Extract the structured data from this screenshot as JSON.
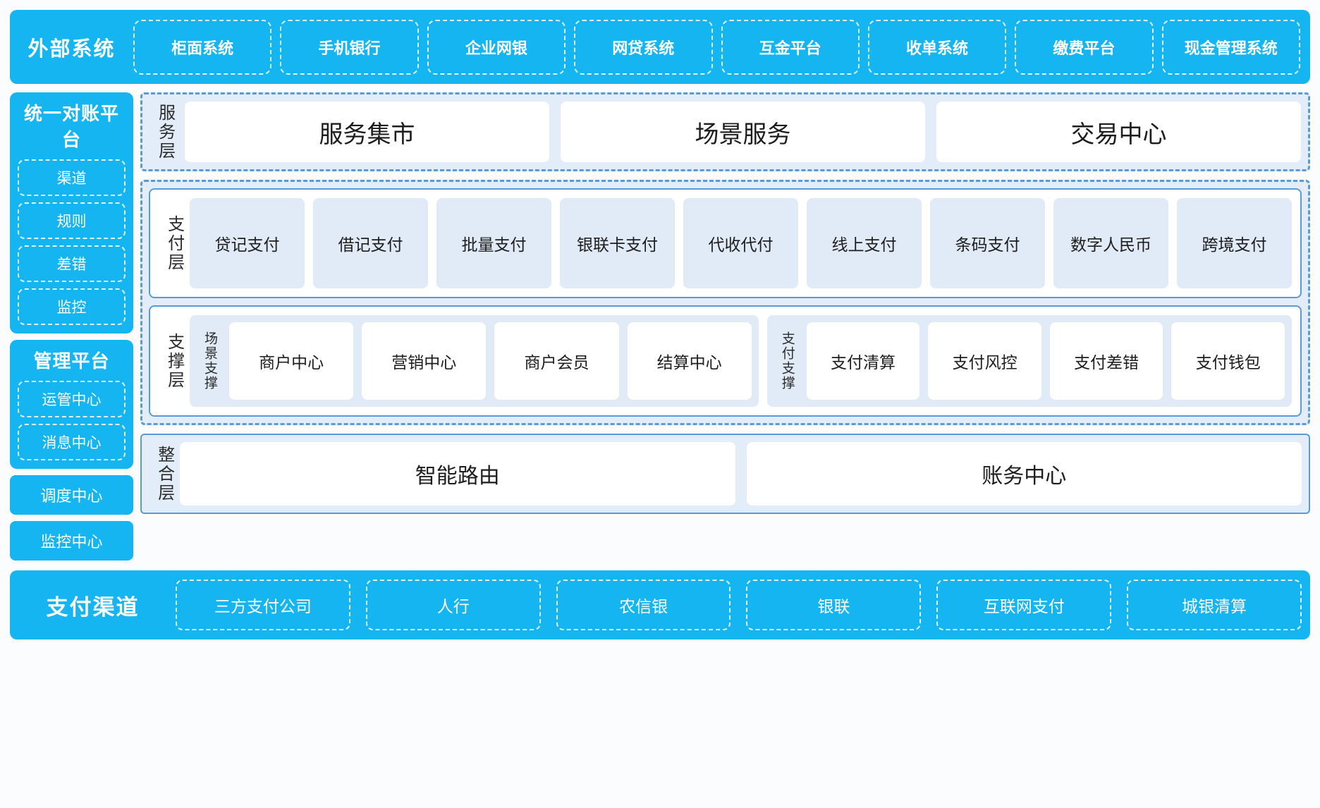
{
  "external": {
    "title": "外部系统",
    "items": [
      "柜面系统",
      "手机银行",
      "企业网银",
      "网贷系统",
      "互金平台",
      "收单系统",
      "缴费平台",
      "现金管理系统"
    ]
  },
  "left": {
    "reconciliation": {
      "title": "统一对账平台",
      "items": [
        "渠道",
        "规则",
        "差错",
        "监控"
      ]
    },
    "management": {
      "title": "管理平台",
      "items": [
        "运管中心",
        "消息中心"
      ]
    },
    "standalone": [
      "调度中心",
      "监控中心"
    ]
  },
  "service_layer": {
    "label": "服务层",
    "items": [
      "服务集市",
      "场景服务",
      "交易中心"
    ]
  },
  "payment_layer": {
    "label": "支付层",
    "items": [
      "贷记支付",
      "借记支付",
      "批量支付",
      "银联卡支付",
      "代收代付",
      "线上支付",
      "条码支付",
      "数字人民币",
      "跨境支付"
    ]
  },
  "support_layer": {
    "label": "支撑层",
    "groups": [
      {
        "label": "场景支撑",
        "items": [
          "商户中心",
          "营销中心",
          "商户会员",
          "结算中心"
        ]
      },
      {
        "label": "支付支撑",
        "items": [
          "支付清算",
          "支付风控",
          "支付差错",
          "支付钱包"
        ]
      }
    ]
  },
  "integration_layer": {
    "label": "整合层",
    "items": [
      "智能路由",
      "账务中心"
    ]
  },
  "channels": {
    "title": "支付渠道",
    "items": [
      "三方支付公司",
      "人行",
      "农信银",
      "银联",
      "互联网支付",
      "城银清算"
    ]
  },
  "colors": {
    "brand_blue": "#14b5f0",
    "dash_blue": "#5b9bd5",
    "panel_bg": "#e3edf9",
    "chip_bg": "#e1eaf7",
    "page_bg": "#fbfcfe"
  }
}
